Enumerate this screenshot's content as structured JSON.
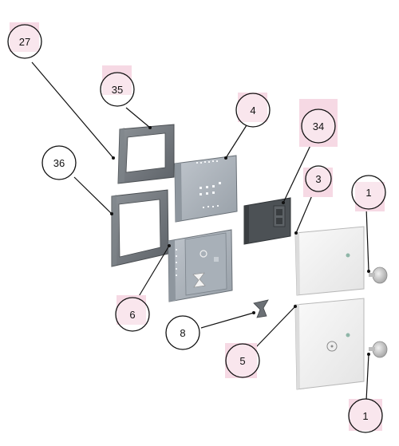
{
  "diagram": {
    "callouts": {
      "c27": "27",
      "c35": "35",
      "c36": "36",
      "c4": "4",
      "c34": "34",
      "c3": "3",
      "c1_top": "1",
      "c6": "6",
      "c8": "8",
      "c5": "5",
      "c1_bottom": "1"
    },
    "colors": {
      "highlight": "#f6d9e4",
      "frame": "#6e7378",
      "panel": "#a9b0b8",
      "door": "#f3f3f3",
      "line": "#111111"
    }
  }
}
